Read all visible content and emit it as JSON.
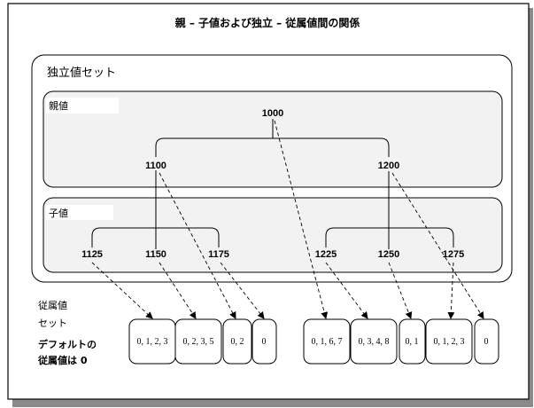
{
  "title": "親 – 子値および独立 – 従属値間の関係",
  "independent_set": {
    "label": "独立値セット",
    "parent_box_label": "親値",
    "child_box_label": "子値"
  },
  "nodes": {
    "root": "1000",
    "parent_a": "1100",
    "parent_b": "1200",
    "children": [
      "1125",
      "1150",
      "1175",
      "1225",
      "1250",
      "1275"
    ]
  },
  "dependent": {
    "label_line1": "従属値",
    "label_line2": "セット",
    "default_line1": "デフォルトの",
    "default_line2": "従属値は 0",
    "cells": [
      "0, 1, 2, 3",
      "0, 2, 3, 5",
      "0, 2",
      "0",
      "0, 1, 6, 7",
      "0, 3, 4, 8",
      "0, 1",
      "0, 1, 2, 3",
      "0"
    ]
  },
  "colors": {
    "frame": "#000000",
    "frame_shadow": "#8a8a8a",
    "box_fill": "#f2f2f2"
  }
}
